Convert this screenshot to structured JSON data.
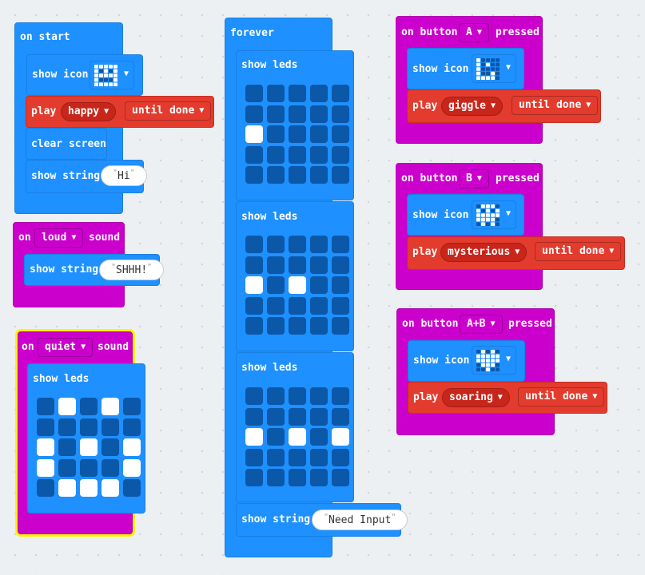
{
  "colors": {
    "basic": "#1e90ff",
    "input": "#cc00cc",
    "music": "#e33b2d",
    "led_off": "#0b57a8",
    "led_on": "#ffffff",
    "selection": "#fff200"
  },
  "on_start": {
    "label": "on start",
    "show_icon_label": "show icon",
    "play_label": "play",
    "melody": "happy",
    "until_done": "until done",
    "clear_screen_label": "clear screen",
    "show_string_label": "show string",
    "string_value": "Hi",
    "icon_pattern": [
      [
        1,
        1,
        1,
        1,
        1
      ],
      [
        1,
        0,
        1,
        0,
        1
      ],
      [
        1,
        1,
        1,
        1,
        1
      ],
      [
        1,
        0,
        0,
        0,
        1
      ],
      [
        1,
        1,
        1,
        1,
        1
      ]
    ]
  },
  "on_loud": {
    "on_label": "on",
    "level": "loud",
    "sound_label": "sound",
    "show_string_label": "show string",
    "string_value": "SHHH!"
  },
  "on_quiet": {
    "on_label": "on",
    "level": "quiet",
    "sound_label": "sound",
    "show_leds_label": "show leds",
    "leds": [
      [
        0,
        1,
        0,
        1,
        0
      ],
      [
        0,
        0,
        0,
        0,
        0
      ],
      [
        1,
        0,
        1,
        0,
        1
      ],
      [
        1,
        0,
        0,
        0,
        1
      ],
      [
        0,
        1,
        1,
        1,
        0
      ]
    ]
  },
  "forever": {
    "label": "forever",
    "show_leds_label": "show leds",
    "frames": [
      [
        [
          0,
          0,
          0,
          0,
          0
        ],
        [
          0,
          0,
          0,
          0,
          0
        ],
        [
          1,
          0,
          0,
          0,
          0
        ],
        [
          0,
          0,
          0,
          0,
          0
        ],
        [
          0,
          0,
          0,
          0,
          0
        ]
      ],
      [
        [
          0,
          0,
          0,
          0,
          0
        ],
        [
          0,
          0,
          0,
          0,
          0
        ],
        [
          1,
          0,
          1,
          0,
          0
        ],
        [
          0,
          0,
          0,
          0,
          0
        ],
        [
          0,
          0,
          0,
          0,
          0
        ]
      ],
      [
        [
          0,
          0,
          0,
          0,
          0
        ],
        [
          0,
          0,
          0,
          0,
          0
        ],
        [
          1,
          0,
          1,
          0,
          1
        ],
        [
          0,
          0,
          0,
          0,
          0
        ],
        [
          0,
          0,
          0,
          0,
          0
        ]
      ]
    ],
    "show_string_label": "show string",
    "string_value": "Need Input"
  },
  "button_a": {
    "on_label": "on button",
    "button": "A",
    "pressed_label": "pressed",
    "show_icon_label": "show icon",
    "play_label": "play",
    "melody": "giggle",
    "until_done": "until done",
    "icon_pattern": [
      [
        1,
        0,
        0,
        0,
        0
      ],
      [
        1,
        0,
        1,
        0,
        0
      ],
      [
        1,
        0,
        0,
        0,
        0
      ],
      [
        1,
        0,
        0,
        1,
        0
      ],
      [
        1,
        1,
        1,
        1,
        0
      ]
    ]
  },
  "button_b": {
    "on_label": "on button",
    "button": "B",
    "pressed_label": "pressed",
    "show_icon_label": "show icon",
    "play_label": "play",
    "melody": "mysterious",
    "until_done": "until done",
    "icon_pattern": [
      [
        0,
        1,
        1,
        1,
        0
      ],
      [
        1,
        0,
        1,
        0,
        1
      ],
      [
        1,
        1,
        1,
        1,
        1
      ],
      [
        1,
        1,
        1,
        1,
        0
      ],
      [
        0,
        1,
        0,
        1,
        0
      ]
    ]
  },
  "button_ab": {
    "on_label": "on button",
    "button": "A+B",
    "pressed_label": "pressed",
    "show_icon_label": "show icon",
    "play_label": "play",
    "melody": "soaring",
    "until_done": "until done",
    "icon_pattern": [
      [
        0,
        1,
        0,
        1,
        0
      ],
      [
        1,
        1,
        1,
        1,
        1
      ],
      [
        1,
        1,
        1,
        1,
        1
      ],
      [
        0,
        1,
        1,
        1,
        0
      ],
      [
        0,
        0,
        1,
        0,
        0
      ]
    ]
  }
}
